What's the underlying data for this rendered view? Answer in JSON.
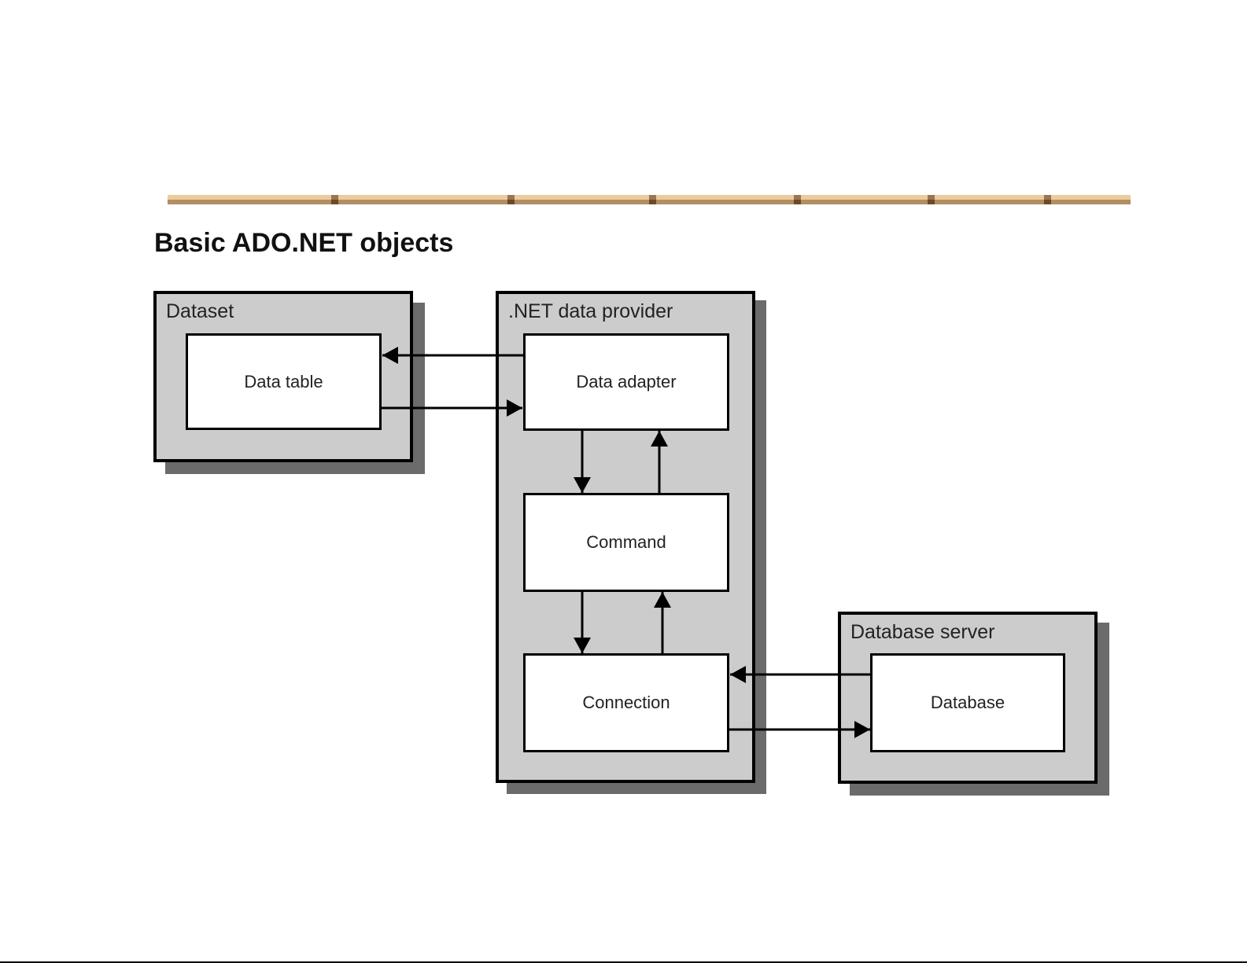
{
  "title": "Basic ADO.NET objects",
  "groups": {
    "dataset": {
      "label": "Dataset"
    },
    "provider": {
      "label": ".NET data provider"
    },
    "server": {
      "label": "Database server"
    }
  },
  "nodes": {
    "data_table": {
      "label": "Data table"
    },
    "data_adapter": {
      "label": "Data adapter"
    },
    "command": {
      "label": "Command"
    },
    "connection": {
      "label": "Connection"
    },
    "database": {
      "label": "Database"
    }
  },
  "edges": [
    {
      "from": "Data adapter",
      "to": "Data table"
    },
    {
      "from": "Data table",
      "to": "Data adapter"
    },
    {
      "from": "Data adapter",
      "to": "Command"
    },
    {
      "from": "Command",
      "to": "Data adapter"
    },
    {
      "from": "Command",
      "to": "Connection"
    },
    {
      "from": "Connection",
      "to": "Command"
    },
    {
      "from": "Database",
      "to": "Connection"
    },
    {
      "from": "Connection",
      "to": "Database"
    }
  ],
  "colors": {
    "group_fill": "#cccccc",
    "shadow": "#6b6b6b",
    "rule_light": "#eccb9c",
    "rule_dark": "#b18e63"
  }
}
